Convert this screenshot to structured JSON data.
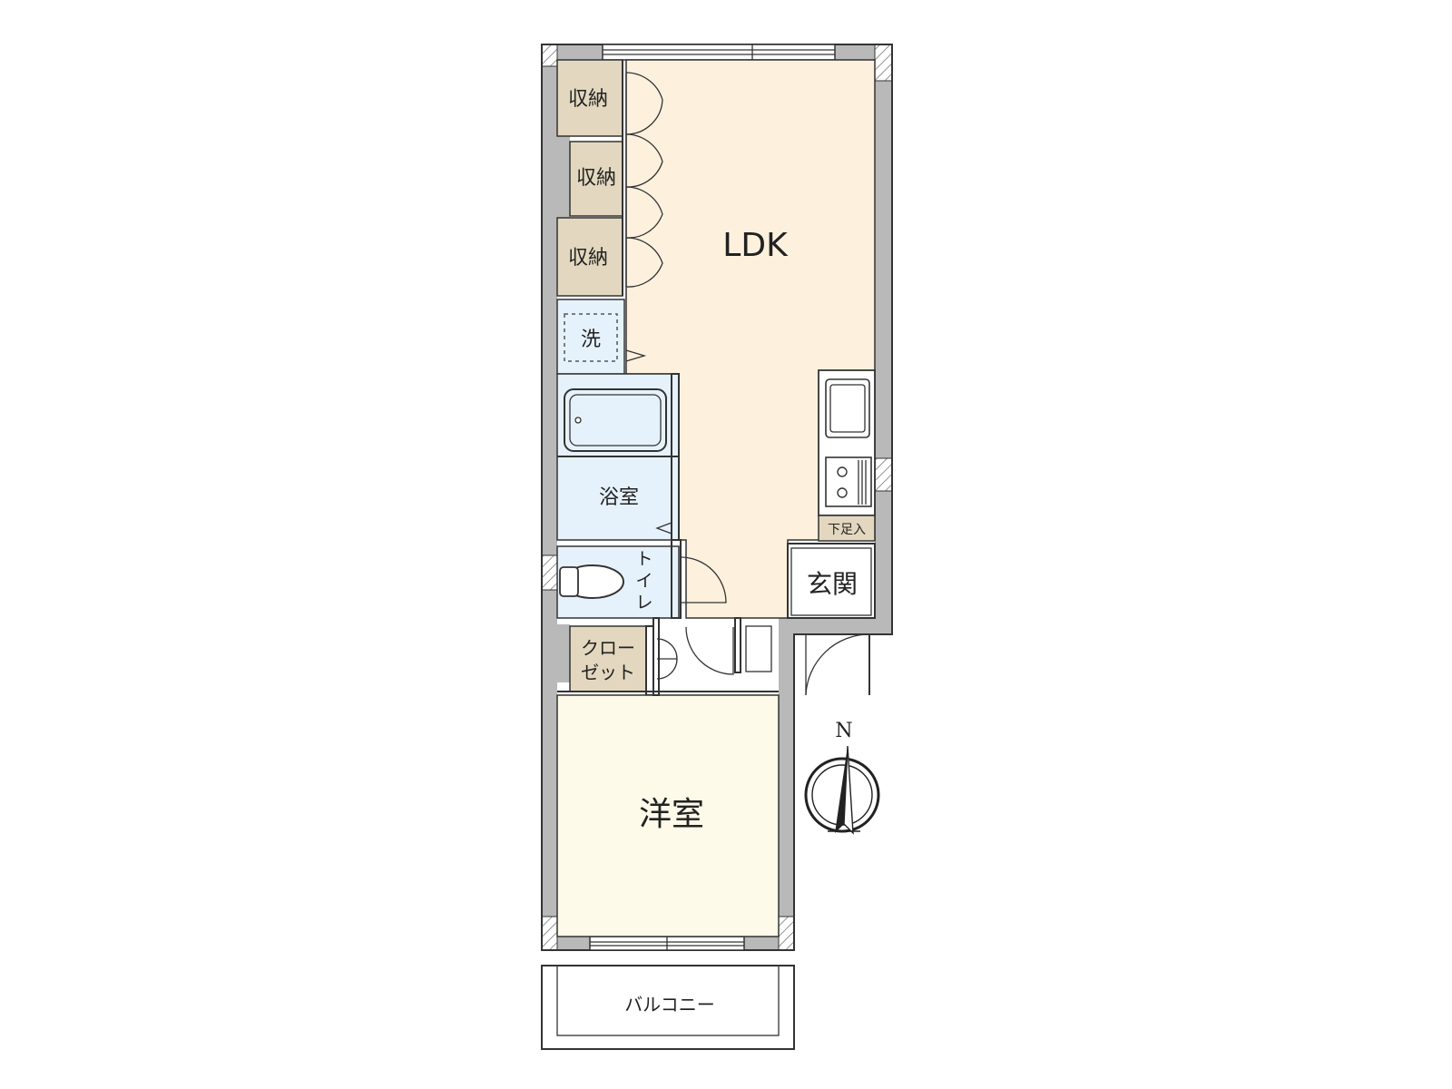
{
  "rooms": {
    "ldk": "LDK",
    "storage_1": "収納",
    "storage_2": "収納",
    "storage_3": "収納",
    "washer": "洗",
    "bathroom": "浴室",
    "toilet_1": "ト",
    "toilet_2": "イ",
    "toilet_3": "レ",
    "shoe_storage": "下足入",
    "entrance": "玄関",
    "closet_1": "クロー",
    "closet_2": "ゼット",
    "western_room": "洋室",
    "balcony": "バルコニー"
  },
  "compass": {
    "north": "N"
  },
  "colors": {
    "ldk": "#fdf1de",
    "storage": "#e3d8bf",
    "water": "#e6f2fb",
    "western_room": "#fdfaea",
    "wall": "#b9b9b9"
  }
}
